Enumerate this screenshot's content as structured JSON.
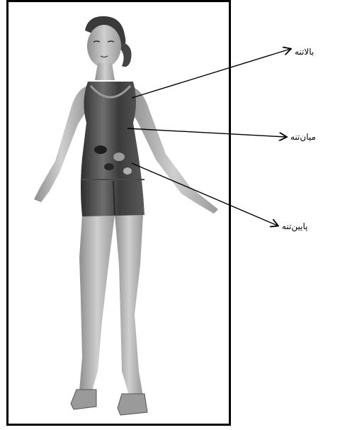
{
  "figure": {
    "illustration": "3d-female-mannequin-in-patterned-swimsuit",
    "colors": {
      "frame": "#000000",
      "skin": "#c4c4c4",
      "skin_shadow": "#8e8e8e",
      "hair": "#3a3a3a",
      "suit_dark": "#3b3b3b",
      "suit_mid": "#6e6e6e",
      "arrow": "#000000"
    }
  },
  "callouts": [
    {
      "label": "بالاتنه",
      "target": "upper-body"
    },
    {
      "label": "میان‌تنه",
      "target": "mid-body"
    },
    {
      "label": "پایین‌تنه",
      "target": "lower-body"
    }
  ]
}
